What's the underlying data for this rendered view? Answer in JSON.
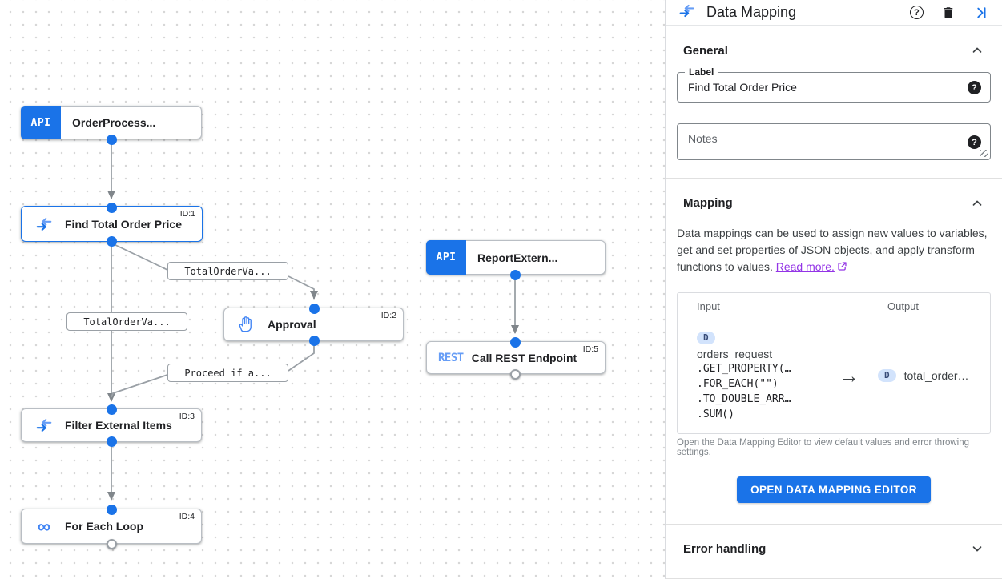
{
  "canvas": {
    "nodes": {
      "order_process": {
        "badge": "API",
        "label": "OrderProcess..."
      },
      "find_total": {
        "id": "ID:1",
        "label": "Find Total Order Price"
      },
      "approval": {
        "id": "ID:2",
        "label": "Approval"
      },
      "report_extern": {
        "badge": "API",
        "label": "ReportExtern..."
      },
      "call_rest": {
        "id": "ID:5",
        "badge": "REST",
        "label": "Call REST Endpoint"
      },
      "filter_items": {
        "id": "ID:3",
        "label": "Filter External Items"
      },
      "for_each": {
        "id": "ID:4",
        "label": "For Each Loop"
      }
    },
    "edge_labels": {
      "total_order_1": "TotalOrderVa...",
      "total_order_2": "TotalOrderVa...",
      "proceed_if": "Proceed if a..."
    }
  },
  "panel": {
    "title": "Data Mapping",
    "help_glyph": "?",
    "general": {
      "heading": "General",
      "label_field": {
        "label": "Label",
        "value": "Find Total Order Price"
      },
      "notes_field": {
        "placeholder": "Notes"
      }
    },
    "mapping": {
      "heading": "Mapping",
      "description": "Data mappings can be used to assign new values to variables, get and set properties of JSON objects, and apply transform functions to values.",
      "read_more": "Read more.",
      "table": {
        "input_header": "Input",
        "output_header": "Output",
        "input_badge": "D",
        "input_var": "orders_request",
        "input_lines": [
          ".GET_PROPERTY(…",
          ".FOR_EACH(\"\")",
          ".TO_DOUBLE_ARR…",
          ".SUM()"
        ],
        "arrow": "→",
        "output_badge": "D",
        "output_var": "total_order…"
      },
      "footnote": "Open the Data Mapping Editor to view default values and error throwing settings.",
      "button": "OPEN DATA MAPPING EDITOR"
    },
    "error_handling": {
      "heading": "Error handling"
    }
  },
  "colors": {
    "accent": "#1a73e8",
    "light_blue": "#669df6",
    "link_purple": "#9334e6",
    "edge_gray": "#9aa0a6"
  }
}
